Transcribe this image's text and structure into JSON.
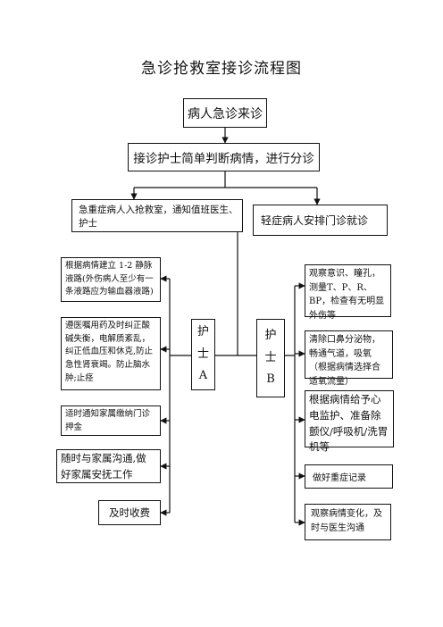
{
  "title": "急诊抢救室接诊流程图",
  "top": {
    "arrival": "病人急诊来诊",
    "triage": "接诊护士简单判断病情，进行分诊",
    "severe": "急重症病人入抢救室，通知值班医生、护士",
    "mild": "轻症病人安排门诊就诊"
  },
  "nurse_a": {
    "chars": [
      "护",
      "士",
      "A"
    ]
  },
  "nurse_b": {
    "chars": [
      "护",
      "士",
      "B"
    ]
  },
  "left_tasks": [
    "根据病情建立 1-2 静脉液路(外伤病人至少有一条液路应为输血器液路)",
    "遵医嘱用药及时纠正酸碱失衡，电解质紊乱，纠正低血压和休克,防止急性肾衰竭。防止脑水肿;止痉",
    "适时通知家属缴纳门诊押金",
    "随时与家属沟通,做好家属安抚工作",
    "及时收费"
  ],
  "right_tasks": [
    "观察意识、瞳孔，测量T、P、R、BP，检查有无明显外伤等",
    "清除口鼻分泌物，畅通气道，吸氧（根据病情选择合适氧流量）",
    "根据病情给予心电监护、准备除颤仪/呼吸机/洗胃机等",
    "做好重症记录",
    "观察病情变化，及时与医生沟通"
  ]
}
